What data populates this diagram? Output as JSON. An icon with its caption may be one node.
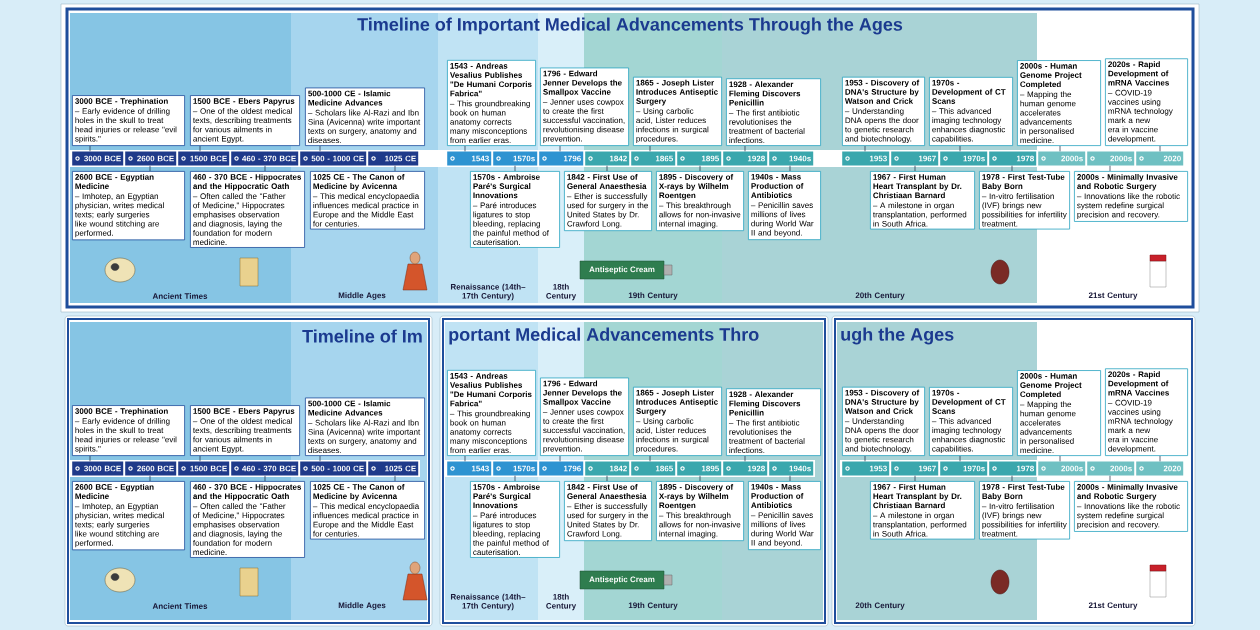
{
  "diagram": {
    "title": "Timeline of Important Medical Advancements Through the Ages",
    "nodes": [
      {
        "text": [
          "3000 BCE"
        ]
      },
      {
        "text": [
          "2600 BCE"
        ]
      },
      {
        "text": [
          "1500 BCE"
        ]
      },
      {
        "text": [
          "460 - 370 BCE"
        ]
      },
      {
        "text": [
          "500 - 1000 CE"
        ]
      },
      {
        "text": [
          "1025 CE"
        ]
      },
      {
        "text": [
          "1543"
        ]
      },
      {
        "text": [
          "1570s"
        ]
      },
      {
        "text": [
          "1796"
        ]
      },
      {
        "text": [
          "1842"
        ]
      },
      {
        "text": [
          "1865"
        ]
      },
      {
        "text": [
          "1895"
        ]
      },
      {
        "text": [
          "1928"
        ]
      },
      {
        "text": [
          "1940s"
        ]
      },
      {
        "text": [
          "1953"
        ]
      },
      {
        "text": [
          "1967"
        ]
      },
      {
        "text": [
          "1970s"
        ]
      },
      {
        "text": [
          "1978"
        ]
      },
      {
        "text": [
          "2000s"
        ]
      },
      {
        "text": [
          "2000s"
        ]
      },
      {
        "text": [
          "2020"
        ]
      },
      {
        "text": [
          "3000 BCE - Trephination",
          "– Early evidence of drilling holes in the skull to treat head injuries or release \"evil spirits.\""
        ]
      },
      {
        "text": [
          "2600 BCE - Egyptian Medicine",
          "– Imhotep, an Egyptian physician, writes medical texts; early surgeries like wound stitching are performed."
        ]
      },
      {
        "text": [
          "1500 BCE - Ebers Papyrus",
          "– One of the oldest medical texts, describing treatments for various ailments in ancient Egypt."
        ]
      },
      {
        "text": [
          "460 - 370 BCE - Hippocrates and the Hippocratic Oath",
          "– Often called the \"Father of Medicine,\" Hippocrates emphasises observation and diagnosis, laying the foundation for modern medicine."
        ]
      },
      {
        "text": [
          "500-1000 CE - Islamic Medicine Advances",
          "– Scholars like Al-Razi and Ibn Sina (Avicenna) write important texts on surgery, anatomy and diseases."
        ]
      },
      {
        "text": [
          "1025 CE - The Canon of Medicine by Avicenna",
          "– This medical encyclopaedia influences medical practice in Europe and the Middle East for centuries."
        ]
      },
      {
        "text": [
          "1543 - Andreas Vesalius Publishes \"De Humani Corporis Fabrica\"",
          "– This groundbreaking book on human anatomy corrects many misconceptions from earlier eras."
        ]
      },
      {
        "text": [
          "1570s - Ambroise Paré's Surgical Innovations",
          "– Paré introduces ligatures to stop bleeding, replacing the painful method of cauterisation."
        ]
      },
      {
        "text": [
          "1796 - Edward Jenner Develops the Smallpox Vaccine",
          "– Jenner uses cowpox to create the first successful vaccination, revolutionising disease prevention."
        ]
      },
      {
        "text": [
          "1842 - First Use of General Anaesthesia",
          "– Ether is successfully used for surgery in the United States by Dr. Crawford Long."
        ]
      },
      {
        "text": [
          "1865 - Joseph Lister Introduces Antiseptic Surgery",
          "– Using carbolic acid, Lister reduces infections in surgical procedures."
        ]
      },
      {
        "text": [
          "1895 - Discovery of X-rays by Wilhelm Roentgen",
          "– This breakthrough allows for non-invasive internal imaging."
        ]
      },
      {
        "text": [
          "1928 - Alexander Fleming Discovers Penicillin",
          "– The first antibiotic revolutionises the treatment of bacterial infections."
        ]
      },
      {
        "text": [
          "1940s - Mass Production of Antibiotics",
          "– Penicillin saves millions of lives during World War II and beyond."
        ]
      },
      {
        "text": [
          "1953 - Discovery of DNA's Structure by Watson and Crick",
          "– Understanding DNA opens the door to genetic research and biotechnology."
        ]
      },
      {
        "text": [
          "1967 - First Human Heart Transplant by Dr. Christiaan Barnard",
          "– A milestone in organ transplantation, performed in South Africa."
        ]
      },
      {
        "text": [
          "1970s - Development of CT Scans",
          "– This advanced imaging technology enhances diagnostic capabilities."
        ]
      },
      {
        "text": [
          "1978 - First Test-Tube Baby Born",
          "– In-vitro fertilisation (IVF) brings new possibilities for infertility treatment."
        ]
      },
      {
        "text": [
          "2000s - Human Genome Project Completed",
          "– Mapping the human genome accelerates advancements in personalised medicine."
        ]
      },
      {
        "text": [
          "2000s - Minimally Invasive and Robotic Surgery",
          "– Innovations like the robotic system redefine surgical precision and recovery."
        ]
      },
      {
        "text": [
          "2020s - Rapid Development of mRNA Vaccines",
          "– COVID-19 vaccines using mRNA technology mark a new era in vaccine development."
        ]
      },
      {
        "text": [
          "3000 BCE"
        ]
      },
      {
        "text": [
          "2600 BCE"
        ]
      },
      {
        "text": [
          "1500 BCE"
        ]
      },
      {
        "text": [
          "460 - 370 BCE"
        ]
      },
      {
        "text": [
          "500 - 1000 CE"
        ]
      },
      {
        "text": [
          "1025 CE"
        ]
      },
      {
        "text": [
          "1543"
        ]
      },
      {
        "text": [
          "1570s"
        ]
      },
      {
        "text": [
          "1796"
        ]
      },
      {
        "text": [
          "1842"
        ]
      },
      {
        "text": [
          "1865"
        ]
      },
      {
        "text": [
          "1895"
        ]
      },
      {
        "text": [
          "1928"
        ]
      },
      {
        "text": [
          "1940s"
        ]
      },
      {
        "text": [
          "1953"
        ]
      },
      {
        "text": [
          "1967"
        ]
      },
      {
        "text": [
          "1970s"
        ]
      },
      {
        "text": [
          "1978"
        ]
      },
      {
        "text": [
          "2000s"
        ]
      },
      {
        "text": [
          "2000s"
        ]
      },
      {
        "text": [
          "2020"
        ]
      },
      {
        "text": [
          "3000 BCE - Trephination",
          "– Early evidence of drilling holes in the skull to treat head injuries or release \"evil spirits.\""
        ]
      },
      {
        "text": [
          "2600 BCE - Egyptian Medicine",
          "– Imhotep, an Egyptian physician, writes medical texts; early surgeries like wound stitching are performed."
        ]
      },
      {
        "text": [
          "1500 BCE - Ebers Papyrus",
          "– One of the oldest medical texts, describing treatments for various ailments in ancient Egypt."
        ]
      },
      {
        "text": [
          "460 - 370 BCE - Hippocrates and the Hippocratic Oath",
          "– Often called the \"Father of Medicine,\" Hippocrates emphasises observation and diagnosis, laying the foundation for modern medicine."
        ]
      },
      {
        "text": [
          "500-1000 CE - Islamic Medicine Advances",
          "– Scholars like Al-Razi and Ibn Sina (Avicenna) write important texts on surgery, anatomy and diseases."
        ]
      },
      {
        "text": [
          "1025 CE - The Canon of Medicine by Avicenna",
          "– This medical encyclopaedia influences medical practice in Europe and the Middle East for centuries."
        ]
      },
      {
        "text": [
          "1543 - Andreas Vesalius Publishes \"De Humani Corporis Fabrica\"",
          "– This groundbreaking book on human anatomy corrects many misconceptions from earlier eras."
        ]
      },
      {
        "text": [
          "1570s - Ambroise Paré's Surgical Innovations",
          "– Paré introduces ligatures to stop bleeding, replacing the painful method of cauterisation."
        ]
      },
      {
        "text": [
          "1796 - Edward Jenner Develops the Smallpox Vaccine",
          "– Jenner uses cowpox to create the first successful vaccination, revolutionising disease prevention."
        ]
      },
      {
        "text": [
          "1842 - First Use of General Anaesthesia",
          "– Ether is successfully used for surgery in the United States by Dr. Crawford Long."
        ]
      },
      {
        "text": [
          "1865 - Joseph Lister Introduces Antiseptic Surgery",
          "– Using carbolic acid, Lister reduces infections in surgical procedures."
        ]
      },
      {
        "text": [
          "1895 - Discovery of X-rays by Wilhelm Roentgen",
          "– This breakthrough allows for non-invasive internal imaging."
        ]
      },
      {
        "text": [
          "1928 - Alexander Fleming Discovers Penicillin",
          "– The first antibiotic revolutionises the treatment of bacterial infections."
        ]
      },
      {
        "text": [
          "1940s - Mass Production of Antibiotics",
          "– Penicillin saves millions of lives during World War II and beyond."
        ]
      },
      {
        "text": [
          "1953 - Discovery of DNA's Structure by Watson and Crick",
          "– Understanding DNA opens the door to genetic research and biotechnology."
        ]
      },
      {
        "text": [
          "1967 - First Human Heart Transplant by Dr. Christiaan Barnard",
          "– A milestone in organ transplantation, performed in South Africa."
        ]
      },
      {
        "text": [
          "1970s - Development of CT Scans",
          "– This advanced imaging technology enhances diagnostic capabilities."
        ]
      },
      {
        "text": [
          "1978 - First Test-Tube Baby Born",
          "– In-vitro fertilisation (IVF) brings new possibilities for infertility treatment."
        ]
      },
      {
        "text": [
          "2000s - Human Genome Project Completed",
          "– Mapping the human genome accelerates advancements in personalised medicine."
        ]
      },
      {
        "text": [
          "2000s - Minimally Invasive and Robotic Surgery",
          "– Innovations like the robotic system redefine surgical precision and recovery."
        ]
      },
      {
        "text": [
          "2020s - Rapid Development of mRNA Vaccines",
          "– COVID-19 vaccines using mRNA technology mark a new era in vaccine development."
        ]
      }
    ],
    "edges": [
      {
        "from": 21,
        "to": 0,
        "arrow": "none"
      },
      {
        "from": 22,
        "to": 1,
        "arrow": "none"
      },
      {
        "from": 23,
        "to": 2,
        "arrow": "none"
      },
      {
        "from": 24,
        "to": 3,
        "arrow": "none"
      },
      {
        "from": 25,
        "to": 4,
        "arrow": "none"
      },
      {
        "from": 26,
        "to": 5,
        "arrow": "none"
      },
      {
        "from": 27,
        "to": 6,
        "arrow": "none"
      },
      {
        "from": 28,
        "to": 7,
        "arrow": "none"
      },
      {
        "from": 29,
        "to": 8,
        "arrow": "none"
      },
      {
        "from": 30,
        "to": 9,
        "arrow": "none"
      },
      {
        "from": 31,
        "to": 10,
        "arrow": "none"
      },
      {
        "from": 32,
        "to": 11,
        "arrow": "none"
      },
      {
        "from": 33,
        "to": 12,
        "arrow": "none"
      },
      {
        "from": 34,
        "to": 13,
        "arrow": "none"
      },
      {
        "from": 35,
        "to": 14,
        "arrow": "none"
      },
      {
        "from": 36,
        "to": 15,
        "arrow": "none"
      },
      {
        "from": 37,
        "to": 16,
        "arrow": "none"
      },
      {
        "from": 38,
        "to": 17,
        "arrow": "none"
      },
      {
        "from": 39,
        "to": 18,
        "arrow": "none"
      },
      {
        "from": 40,
        "to": 19,
        "arrow": "none"
      },
      {
        "from": 41,
        "to": 20,
        "arrow": "none"
      },
      {
        "from": 63,
        "to": 42,
        "arrow": "none"
      },
      {
        "from": 64,
        "to": 43,
        "arrow": "none"
      },
      {
        "from": 65,
        "to": 44,
        "arrow": "none"
      },
      {
        "from": 66,
        "to": 45,
        "arrow": "none"
      },
      {
        "from": 67,
        "to": 46,
        "arrow": "none"
      },
      {
        "from": 68,
        "to": 47,
        "arrow": "none"
      },
      {
        "from": 69,
        "to": 48,
        "arrow": "none"
      },
      {
        "from": 70,
        "to": 49,
        "arrow": "none"
      },
      {
        "from": 71,
        "to": 50,
        "arrow": "none"
      },
      {
        "from": 72,
        "to": 51,
        "arrow": "none"
      },
      {
        "from": 73,
        "to": 52,
        "arrow": "none"
      },
      {
        "from": 74,
        "to": 53,
        "arrow": "none"
      },
      {
        "from": 75,
        "to": 54,
        "arrow": "none"
      },
      {
        "from": 76,
        "to": 55,
        "arrow": "none"
      },
      {
        "from": 77,
        "to": 56,
        "arrow": "none"
      },
      {
        "from": 78,
        "to": 57,
        "arrow": "none"
      },
      {
        "from": 79,
        "to": 58,
        "arrow": "none"
      },
      {
        "from": 80,
        "to": 59,
        "arrow": "none"
      },
      {
        "from": 81,
        "to": 60,
        "arrow": "none"
      },
      {
        "from": 82,
        "to": 61,
        "arrow": "none"
      },
      {
        "from": 83,
        "to": 62,
        "arrow": "none"
      }
    ],
    "labels": [
      "Ancient Times",
      "Middle Ages",
      "Renaissance (14th–17th Century)",
      "18th Century",
      "19th Century",
      "20th Century",
      "21st Century",
      "Antiseptic Cream",
      "Timeline of Im",
      "portant Medical Advancements Thro",
      "ugh the Ages",
      "Ancient Times",
      "Middle Ages",
      "Renaissance (14th–17th Century)",
      "18th Century",
      "19th Century",
      "20th Century",
      "21st Century",
      "Antiseptic Cream"
    ]
  }
}
